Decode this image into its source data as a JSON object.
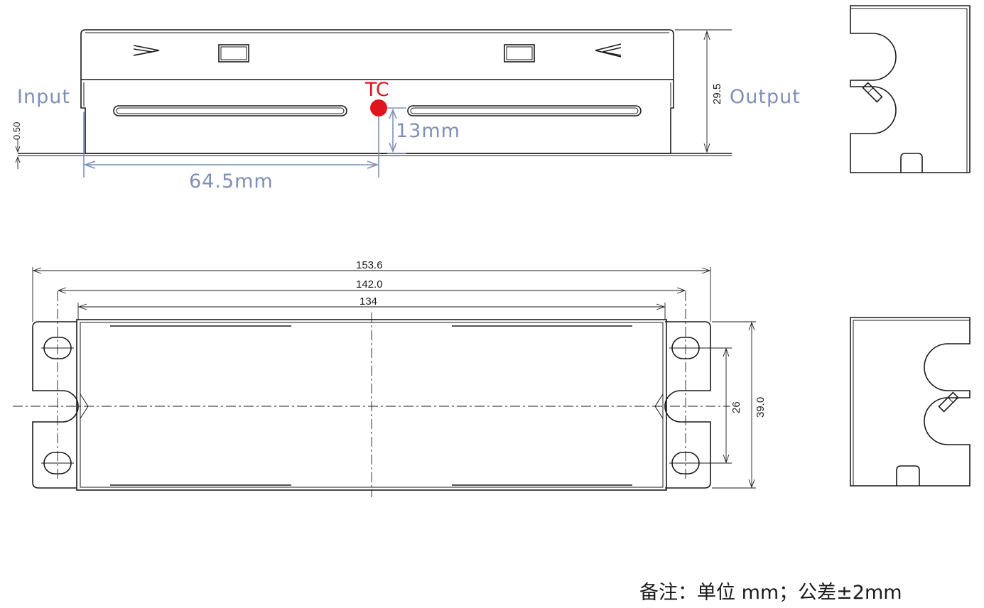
{
  "labels": {
    "input": "Input",
    "output": "Output",
    "tc": "TC",
    "tc_height": "13mm",
    "tc_offset": "64.5mm"
  },
  "dimensions": {
    "height": "29.5",
    "flange": "0.50",
    "overall_length": "153.6",
    "mount_hole_pitch": "142.0",
    "body_length": "134",
    "slot_pitch": "26",
    "width": "39.0"
  },
  "note": "备注：单位 mm；公差±2mm",
  "colors": {
    "annotation": "#7f8fb8",
    "tc_point": "#e0141e",
    "line": "#1a1a1a"
  }
}
